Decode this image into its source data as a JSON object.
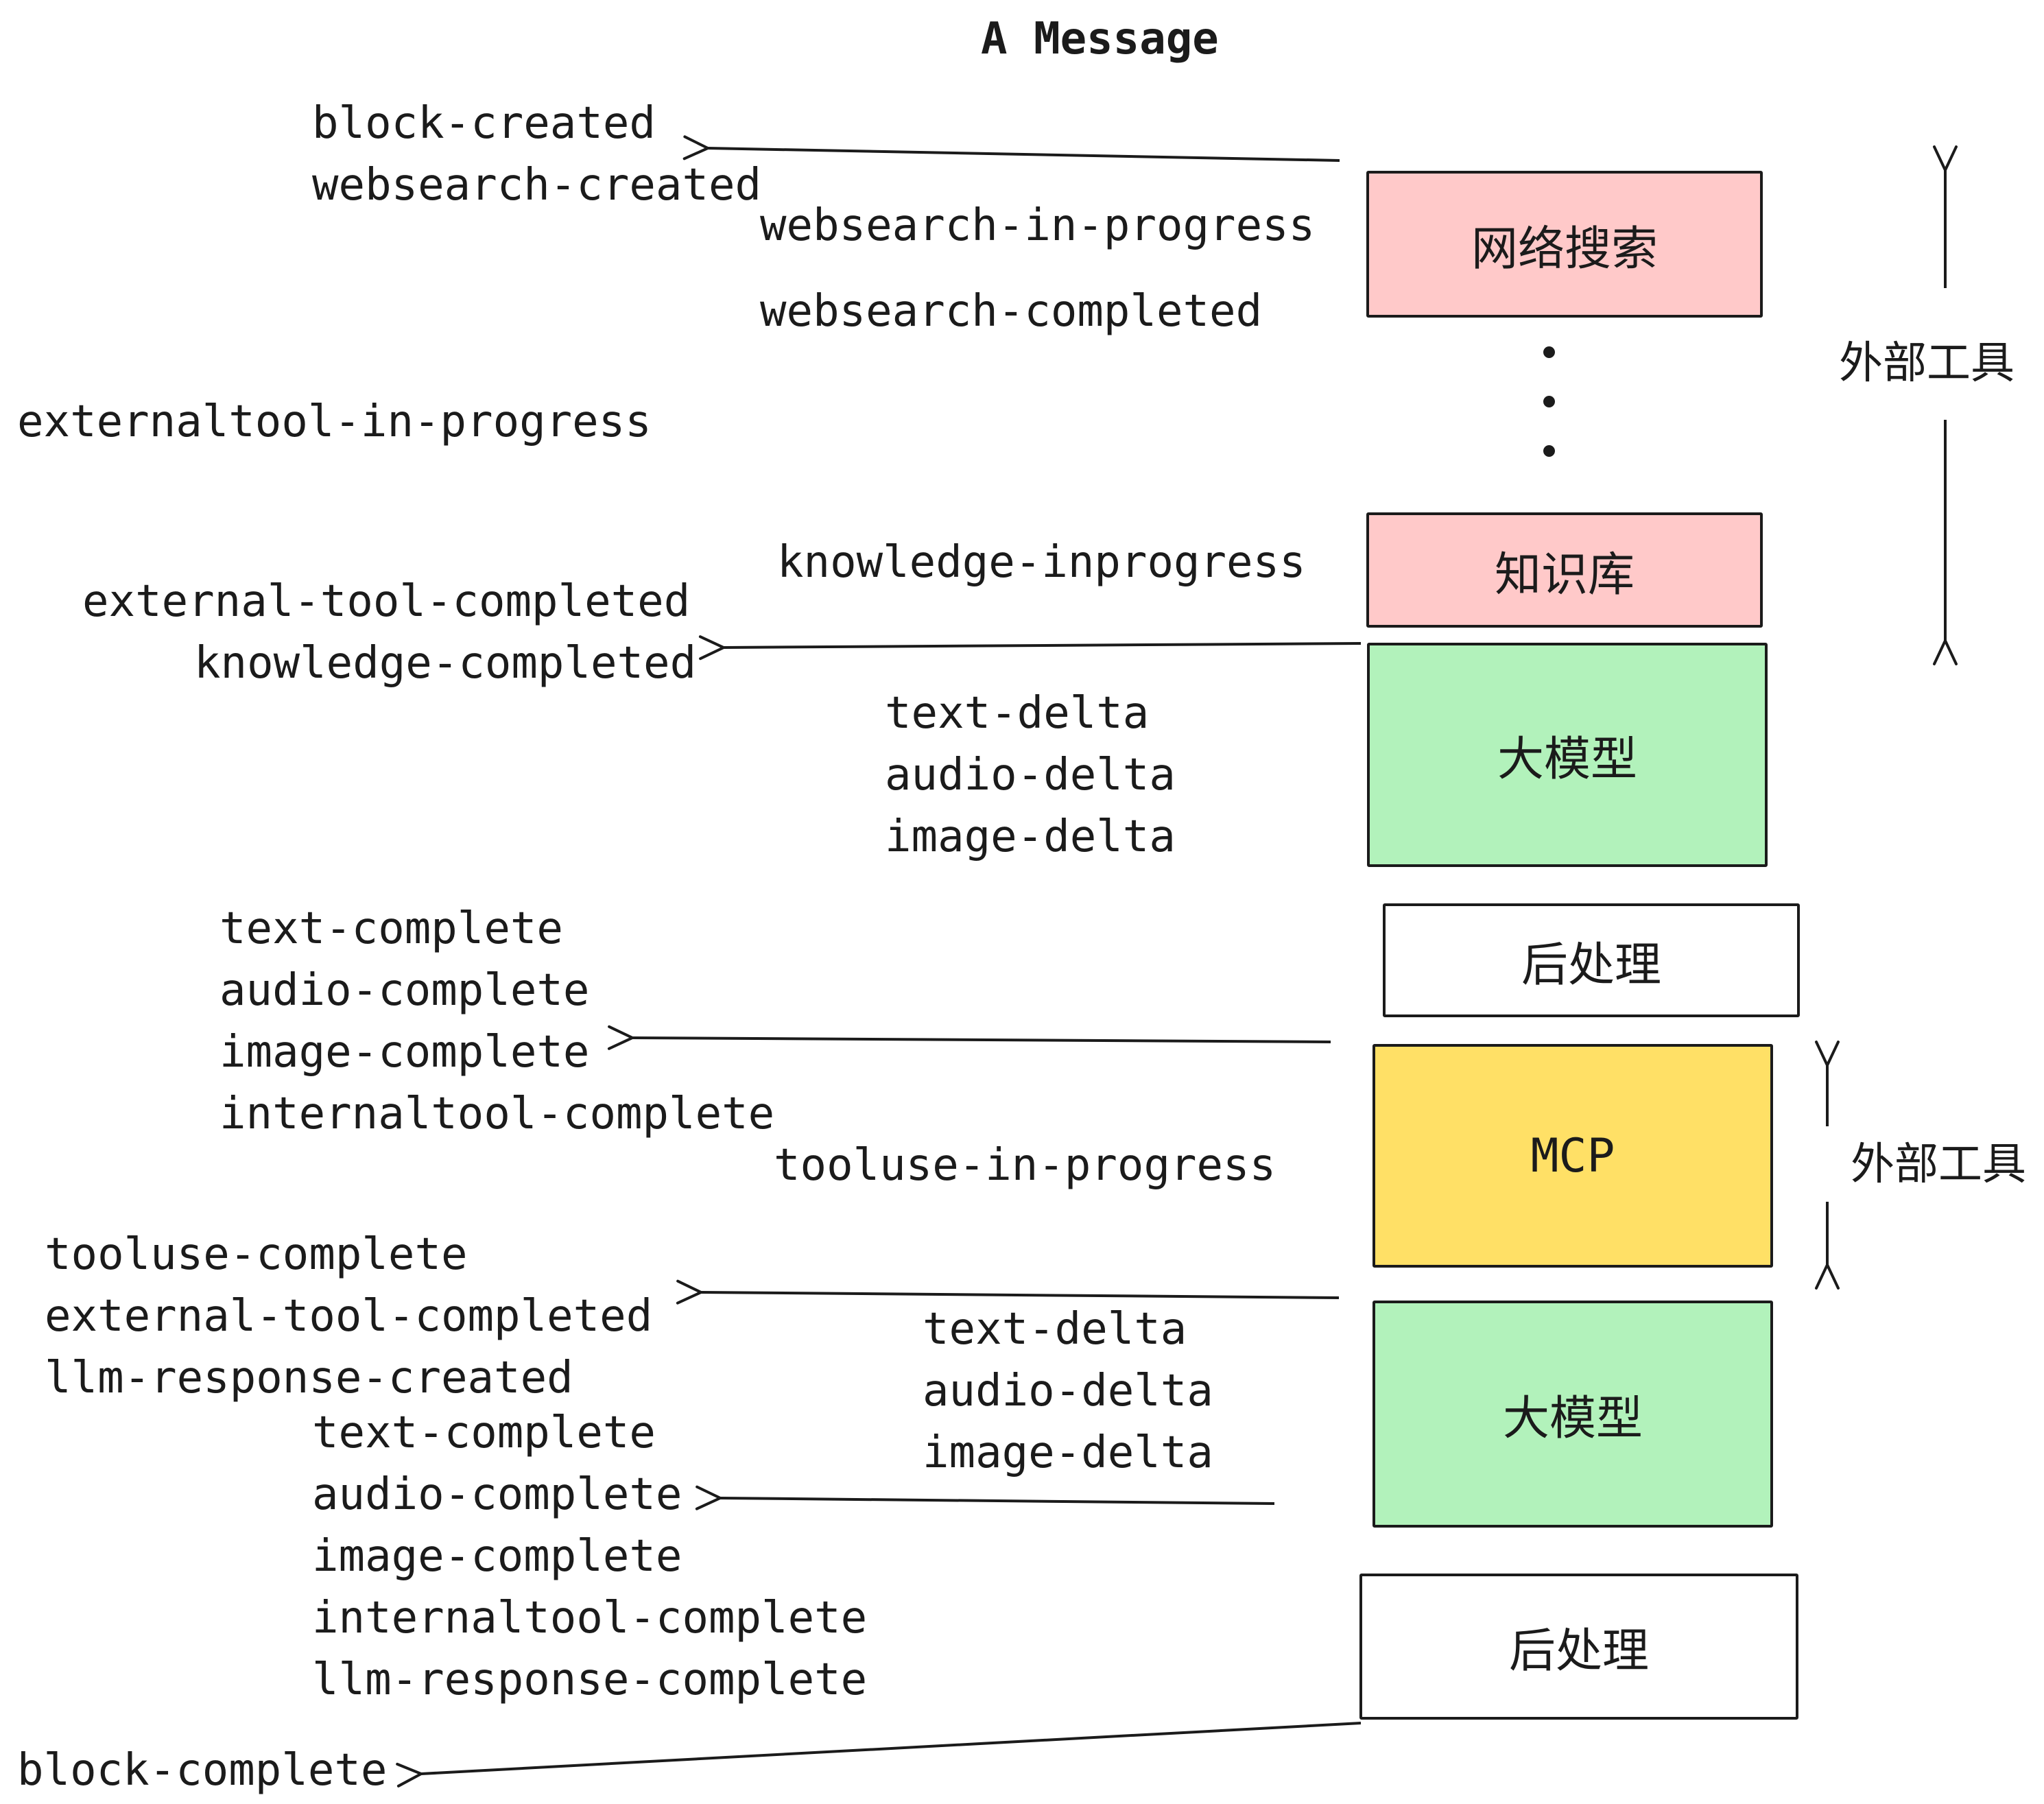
{
  "title": "A Message",
  "colors": {
    "box_pink": "#ffc9c9",
    "box_green": "#b2f2bb",
    "box_yellow": "#ffe066",
    "box_white": "#ffffff",
    "stroke": "#1b1b1b"
  },
  "nodes": {
    "websearch": "网络搜索",
    "knowledge": "知识库",
    "llm_top": "大模型",
    "post_top": "后处理",
    "mcp": "MCP",
    "llm_bottom": "大模型",
    "post_bottom": "后处理"
  },
  "annotations": {
    "external_tools_top": "外部工具",
    "external_tools_mcp": "外部工具"
  },
  "events": {
    "phase1": {
      "created": [
        "block-created",
        "websearch-created"
      ],
      "websearch_in_progress": "websearch-in-progress",
      "websearch_completed": "websearch-completed",
      "externaltool_in_progress": "externaltool-in-progress",
      "knowledge_inprogress": "knowledge-inprogress",
      "external_tool_completed": "external-tool-completed",
      "knowledge_completed": "knowledge-completed"
    },
    "phase2": {
      "deltas": [
        "text-delta",
        "audio-delta",
        "image-delta"
      ],
      "completes": [
        "text-complete",
        "audio-complete",
        "image-complete",
        "internaltool-complete"
      ],
      "tooluse_in_progress": "tooluse-in-progress",
      "tooluse_results": [
        "tooluse-complete",
        "external-tool-completed",
        "llm-response-created"
      ]
    },
    "phase3": {
      "deltas": [
        "text-delta",
        "audio-delta",
        "image-delta"
      ],
      "completes": [
        "text-complete",
        "audio-complete",
        "image-complete",
        "internaltool-complete",
        "llm-response-complete"
      ],
      "block_complete": "block-complete"
    }
  }
}
